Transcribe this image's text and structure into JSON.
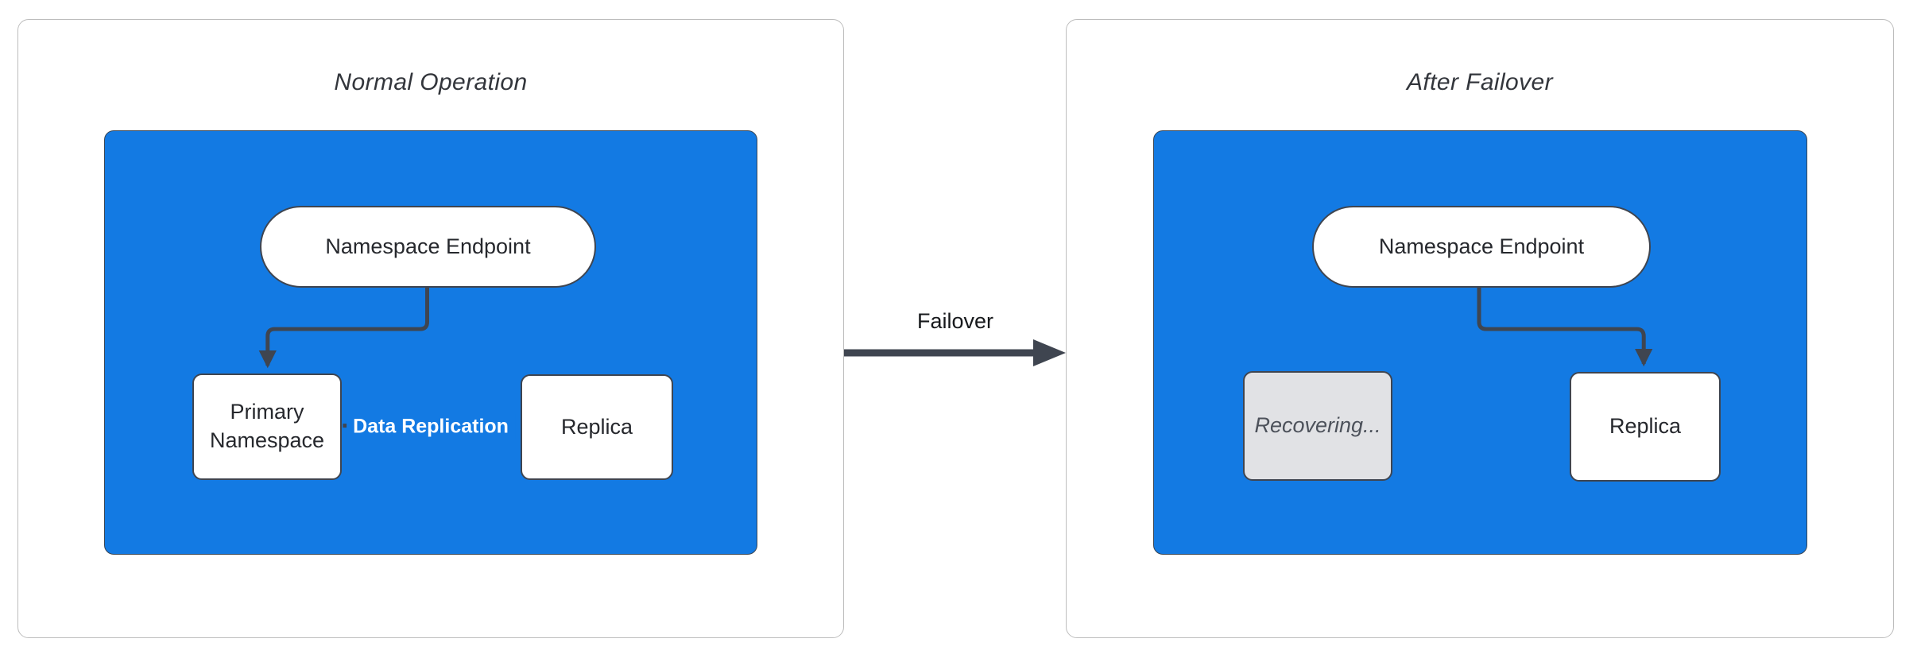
{
  "left_panel": {
    "title": "Normal Operation",
    "endpoint": "Namespace Endpoint",
    "primary": "Primary Namespace",
    "replica": "Replica",
    "replication_label": "Data Replication"
  },
  "transition": {
    "label": "Failover"
  },
  "right_panel": {
    "title": "After Failover",
    "endpoint": "Namespace Endpoint",
    "recovering": "Recovering...",
    "replica": "Replica"
  },
  "colors": {
    "container_fill": "#137ae3",
    "node_fill": "#ffffff",
    "recovering_fill": "#e1e2e5",
    "stroke_dark": "#3f4550",
    "panel_border": "#bdbdbd",
    "title_text": "#33363c",
    "node_text": "#26282d",
    "recovering_text": "#4d525b",
    "replication_text": "#ffffff",
    "failover_text": "#17191c"
  }
}
